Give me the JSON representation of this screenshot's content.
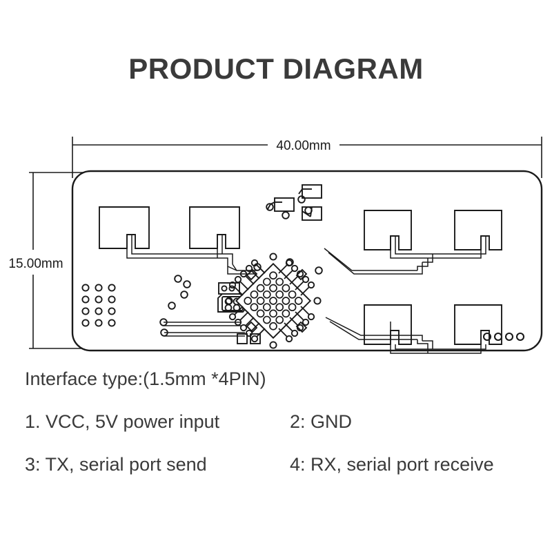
{
  "title": "PRODUCT DIAGRAM",
  "dimensions": {
    "width_label": "40.00mm",
    "height_label": "15.00mm"
  },
  "interface": {
    "type_label": "Interface type:(1.5mm *4PIN)",
    "pins": [
      "1. VCC, 5V power input",
      "2: GND",
      "3: TX, serial port send",
      "4: RX, serial port receive"
    ]
  },
  "colors": {
    "title": "#3a3a3a",
    "text": "#3a3a3a",
    "line": "#1a1a1a",
    "background": "#ffffff"
  },
  "board": {
    "tx_antenna_count": 2,
    "rx_antenna_count": 4,
    "connector_pad_count": 4,
    "via_grid_cols": 3,
    "via_grid_rows": 4
  }
}
